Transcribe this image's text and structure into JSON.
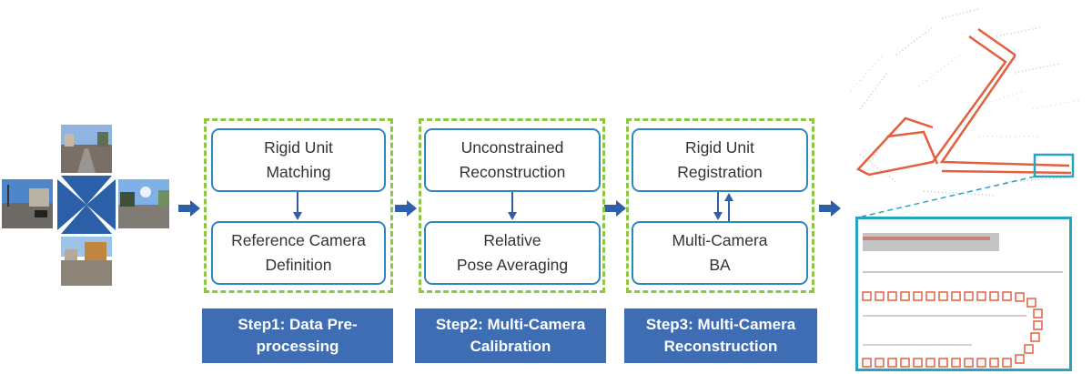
{
  "colors": {
    "frame_dash": "#8dc63f",
    "box_border": "#2e86c1",
    "arrow": "#2e5fa8",
    "step_bg": "#3f6db3",
    "step_text": "#ffffff",
    "track": "#e2603f",
    "inset_border": "#29a3c4"
  },
  "steps": [
    {
      "box_top": "Rigid Unit\nMatching",
      "box_bottom": "Reference Camera\nDefinition",
      "label": "Step1: Data Pre-\nprocessing",
      "connector": "down-arrow"
    },
    {
      "box_top": "Unconstrained\nReconstruction",
      "box_bottom": "Relative\nPose Averaging",
      "label": "Step2: Multi-Camera\nCalibration",
      "connector": "down-arrow"
    },
    {
      "box_top": "Rigid Unit\nRegistration",
      "box_bottom": "Multi-Camera\nBA",
      "label": "Step3: Multi-Camera\nReconstruction",
      "connector": "bidirectional-arrows"
    }
  ]
}
